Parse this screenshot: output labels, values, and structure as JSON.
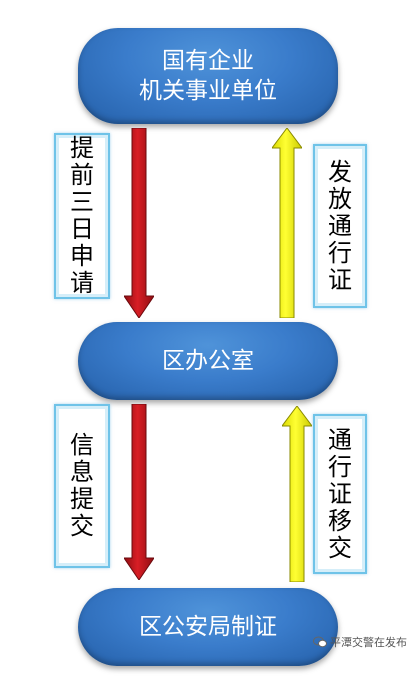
{
  "nodes": {
    "top": {
      "line1": "国有企业",
      "line2": "机关事业单位"
    },
    "middle": {
      "label": "区办公室"
    },
    "bottom": {
      "label": "区公安局制证"
    }
  },
  "labels": {
    "apply": [
      "提",
      "前",
      "三",
      "日",
      "申",
      "请"
    ],
    "issue": [
      "发",
      "放",
      "通",
      "行",
      "证"
    ],
    "info": [
      "信",
      "息",
      "提",
      "交"
    ],
    "transfer": [
      "通",
      "行",
      "证",
      "移",
      "交"
    ]
  },
  "watermark": {
    "text": "平潭交警在发布",
    "icon": "wechat-icon"
  },
  "colors": {
    "node_blue": "#3a7ccb",
    "arrow_red": "#c8161d",
    "arrow_yellow": "#ffff00",
    "card_border": "#6fc3e8"
  }
}
